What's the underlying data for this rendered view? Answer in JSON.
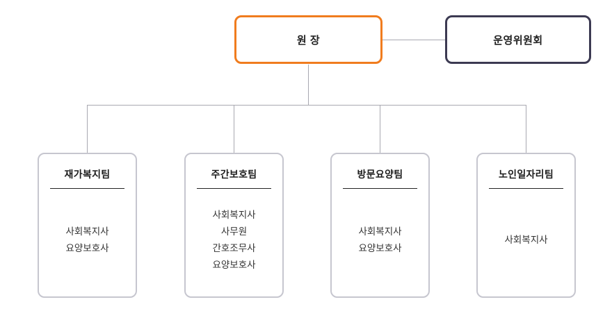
{
  "chart": {
    "type": "org-chart",
    "title": "",
    "top_nodes": [
      {
        "id": "director",
        "label": "원 장",
        "accent_color": "#f07c1e"
      },
      {
        "id": "committee",
        "label": "운영위원회",
        "accent_color": "#3c3a52"
      }
    ],
    "teams": [
      {
        "id": "home-welfare",
        "title": "재가복지팀",
        "roles": [
          "사회복지사",
          "요양보호사"
        ]
      },
      {
        "id": "day-care",
        "title": "주간보호팀",
        "roles": [
          "사회복지사",
          "사무원",
          "간호조무사",
          "요양보호사"
        ]
      },
      {
        "id": "visiting-care",
        "title": "방문요양팀",
        "roles": [
          "사회복지사",
          "요양보호사"
        ]
      },
      {
        "id": "senior-jobs",
        "title": "노인일자리팀",
        "roles": [
          "사회복지사"
        ]
      }
    ],
    "colors": {
      "director_border": "#f07c1e",
      "committee_border": "#3c3a52",
      "team_border": "#c6c6cf",
      "connector": "#a8a8b0",
      "divider": "#222222",
      "background": "#ffffff"
    }
  }
}
